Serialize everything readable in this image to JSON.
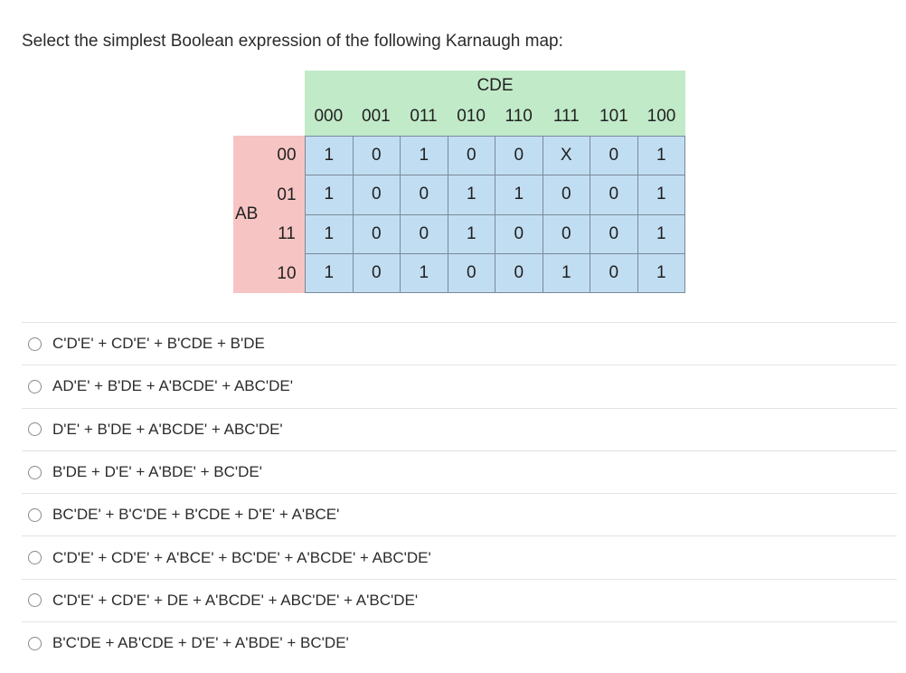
{
  "question": "Select the simplest Boolean expression of the following Karnaugh map:",
  "kmap": {
    "col_var": "CDE",
    "row_var": "AB",
    "col_codes": [
      "000",
      "001",
      "011",
      "010",
      "110",
      "111",
      "101",
      "100"
    ],
    "row_codes": [
      "00",
      "01",
      "11",
      "10"
    ],
    "cells": [
      [
        "1",
        "0",
        "1",
        "0",
        "0",
        "X",
        "0",
        "1"
      ],
      [
        "1",
        "0",
        "0",
        "1",
        "1",
        "0",
        "0",
        "1"
      ],
      [
        "1",
        "0",
        "0",
        "1",
        "0",
        "0",
        "0",
        "1"
      ],
      [
        "1",
        "0",
        "1",
        "0",
        "0",
        "1",
        "0",
        "1"
      ]
    ]
  },
  "options": [
    "C'D'E' + CD'E' + B'CDE + B'DE",
    "AD'E' + B'DE + A'BCDE' + ABC'DE'",
    "D'E' + B'DE + A'BCDE' + ABC'DE'",
    "B'DE + D'E' + A'BDE' + BC'DE'",
    "BC'DE' + B'C'DE + B'CDE + D'E' + A'BCE'",
    "C'D'E' + CD'E' + A'BCE' + BC'DE' + A'BCDE' + ABC'DE'",
    "C'D'E' + CD'E' + DE + A'BCDE' + ABC'DE' + A'BC'DE'",
    "B'C'DE + AB'CDE + D'E' + A'BDE' + BC'DE'"
  ]
}
